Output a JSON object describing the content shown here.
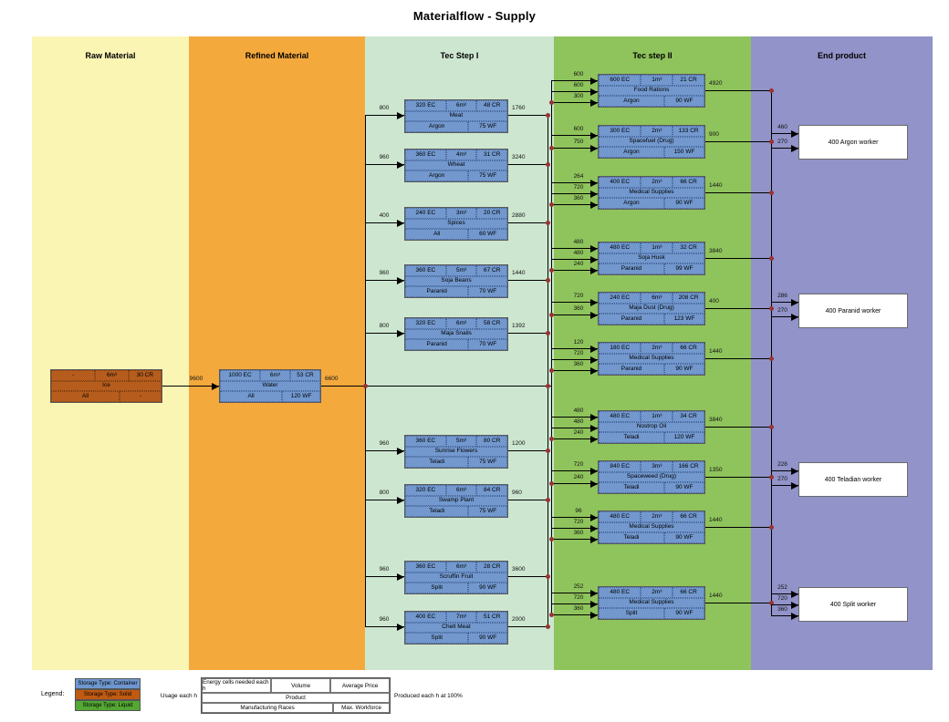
{
  "title": "Materialflow - Supply",
  "columns": [
    {
      "id": "raw",
      "label": "Raw Material",
      "color": "#fbf5b4"
    },
    {
      "id": "refined",
      "label": "Refined Material",
      "color": "#f4a93d"
    },
    {
      "id": "tec1",
      "label": "Tec Step I",
      "color": "#cde6d0"
    },
    {
      "id": "tec2",
      "label": "Tec step II",
      "color": "#8fc35c"
    },
    {
      "id": "end",
      "label": "End product",
      "color": "#9193c9"
    }
  ],
  "colors": {
    "container_node": "#7298ce",
    "solid_node": "#b65d1e",
    "junction_dot": "#993333"
  },
  "nodes": {
    "ice": {
      "ec": "-",
      "volume": "6m³",
      "price": "30 CR",
      "product": "Ice",
      "races": "All",
      "workforce": "-",
      "inputs": [],
      "output": "9600",
      "storage": "solid"
    },
    "water": {
      "ec": "1000 EC",
      "volume": "6m³",
      "price": "53 CR",
      "product": "Water",
      "races": "All",
      "workforce": "120 WF",
      "inputs": [],
      "output": "6600",
      "storage": "container"
    },
    "meat": {
      "ec": "320 EC",
      "volume": "6m³",
      "price": "48 CR",
      "product": "Meat",
      "races": "Argon",
      "workforce": "75 WF",
      "inputs": [
        "800"
      ],
      "output": "1760",
      "storage": "container"
    },
    "wheat": {
      "ec": "360 EC",
      "volume": "4m³",
      "price": "31 CR",
      "product": "Wheat",
      "races": "Argon",
      "workforce": "75 WF",
      "inputs": [
        "960"
      ],
      "output": "3240",
      "storage": "container"
    },
    "spices": {
      "ec": "240 EC",
      "volume": "3m³",
      "price": "20 CR",
      "product": "Spices",
      "races": "All",
      "workforce": "60 WF",
      "inputs": [
        "400"
      ],
      "output": "2880",
      "storage": "container"
    },
    "soja_beans": {
      "ec": "360 EC",
      "volume": "5m³",
      "price": "67 CR",
      "product": "Soja Beans",
      "races": "Paranid",
      "workforce": "70 WF",
      "inputs": [
        "960"
      ],
      "output": "1440",
      "storage": "container"
    },
    "maja_snails": {
      "ec": "320 EC",
      "volume": "6m³",
      "price": "58 CR",
      "product": "Maja Snails",
      "races": "Paranid",
      "workforce": "70 WF",
      "inputs": [
        "800"
      ],
      "output": "1392",
      "storage": "container"
    },
    "sunrise_flowers": {
      "ec": "360 EC",
      "volume": "5m³",
      "price": "80 CR",
      "product": "Sunrise Flowers",
      "races": "Teladi",
      "workforce": "75 WF",
      "inputs": [
        "960"
      ],
      "output": "1200",
      "storage": "container"
    },
    "swamp_plant": {
      "ec": "320 EC",
      "volume": "6m³",
      "price": "84 CR",
      "product": "Swamp Plant",
      "races": "Teladi",
      "workforce": "75 WF",
      "inputs": [
        "800"
      ],
      "output": "960",
      "storage": "container"
    },
    "scruffin_fruit": {
      "ec": "360 EC",
      "volume": "6m³",
      "price": "28 CR",
      "product": "Scruffin Fruit",
      "races": "Split",
      "workforce": "90 WF",
      "inputs": [
        "960"
      ],
      "output": "3600",
      "storage": "container"
    },
    "chelt_meat": {
      "ec": "400 EC",
      "volume": "7m³",
      "price": "51 CR",
      "product": "Chelt Meat",
      "races": "Split",
      "workforce": "90 WF",
      "inputs": [
        "960"
      ],
      "output": "2000",
      "storage": "container"
    },
    "food_rations": {
      "ec": "600 EC",
      "volume": "1m³",
      "price": "21 CR",
      "product": "Food Rations",
      "races": "Argon",
      "workforce": "90 WF",
      "inputs": [
        "600",
        "600",
        "300"
      ],
      "output": "4920",
      "storage": "container"
    },
    "spacefuel": {
      "ec": "300 EC",
      "volume": "2m³",
      "price": "133 CR",
      "product": "Spacefuel (Drug)",
      "races": "Argon",
      "workforce": "150 WF",
      "inputs": [
        "600",
        "750"
      ],
      "output": "900",
      "storage": "container"
    },
    "medical_argon": {
      "ec": "400 EC",
      "volume": "2m³",
      "price": "66 CR",
      "product": "Medical Supplies",
      "races": "Argon",
      "workforce": "90 WF",
      "inputs": [
        "264",
        "720",
        "360"
      ],
      "output": "1440",
      "storage": "container"
    },
    "soja_husk": {
      "ec": "480 EC",
      "volume": "1m³",
      "price": "32 CR",
      "product": "Soja Husk",
      "races": "Paranid",
      "workforce": "99 WF",
      "inputs": [
        "480",
        "480",
        "240"
      ],
      "output": "3840",
      "storage": "container"
    },
    "maja_dust": {
      "ec": "240 EC",
      "volume": "6m³",
      "price": "208 CR",
      "product": "Maja Dust (Drug)",
      "races": "Paranid",
      "workforce": "123 WF",
      "inputs": [
        "720",
        "360"
      ],
      "output": "400",
      "storage": "container"
    },
    "medical_paranid": {
      "ec": "180 EC",
      "volume": "2m³",
      "price": "66 CR",
      "product": "Medical Supplies",
      "races": "Paranid",
      "workforce": "90 WF",
      "inputs": [
        "120",
        "720",
        "360"
      ],
      "output": "1440",
      "storage": "container"
    },
    "nostrop_oil": {
      "ec": "480 EC",
      "volume": "1m³",
      "price": "34 CR",
      "product": "Nostrop Oil",
      "races": "Teladi",
      "workforce": "120 WF",
      "inputs": [
        "480",
        "480",
        "240"
      ],
      "output": "3840",
      "storage": "container"
    },
    "spaceweed": {
      "ec": "840 EC",
      "volume": "3m³",
      "price": "166 CR",
      "product": "Spaceweed (Drug)",
      "races": "Teladi",
      "workforce": "90 WF",
      "inputs": [
        "720",
        "240"
      ],
      "output": "1350",
      "storage": "container"
    },
    "medical_teladi": {
      "ec": "480 EC",
      "volume": "2m³",
      "price": "66 CR",
      "product": "Medical Supplies",
      "races": "Teladi",
      "workforce": "90 WF",
      "inputs": [
        "96",
        "720",
        "360"
      ],
      "output": "1440",
      "storage": "container"
    },
    "medical_split": {
      "ec": "480 EC",
      "volume": "2m³",
      "price": "66 CR",
      "product": "Medical Supplies",
      "races": "Split",
      "workforce": "90 WF",
      "inputs": [
        "252",
        "720",
        "360"
      ],
      "output": "1440",
      "storage": "container"
    }
  },
  "workers": {
    "argon_worker": {
      "label": "400 Argon worker",
      "inputs": [
        "460",
        "270"
      ]
    },
    "paranid_worker": {
      "label": "400 Paranid worker",
      "inputs": [
        "286",
        "270"
      ]
    },
    "teladian_worker": {
      "label": "400 Teladian worker",
      "inputs": [
        "228",
        "270"
      ]
    },
    "split_worker": {
      "label": "400 Split worker",
      "inputs": [
        "252",
        "720",
        "360"
      ]
    }
  },
  "legend": {
    "heading": "Legend:",
    "items": [
      {
        "label": "Storage Type: Container",
        "color": "#6f97cf"
      },
      {
        "label": "Storage Type: Solid",
        "color": "#c05a11"
      },
      {
        "label": "Storage Type: Liquid",
        "color": "#53a733"
      }
    ]
  },
  "key_box": {
    "top": [
      "Energy cells needed each h",
      "Volume",
      "Average Price"
    ],
    "middle": "Product",
    "bottom": [
      "Manufacturing Races",
      "Max. Workforce"
    ],
    "left": "Usage each h",
    "right": "Produced each h at 100%"
  }
}
